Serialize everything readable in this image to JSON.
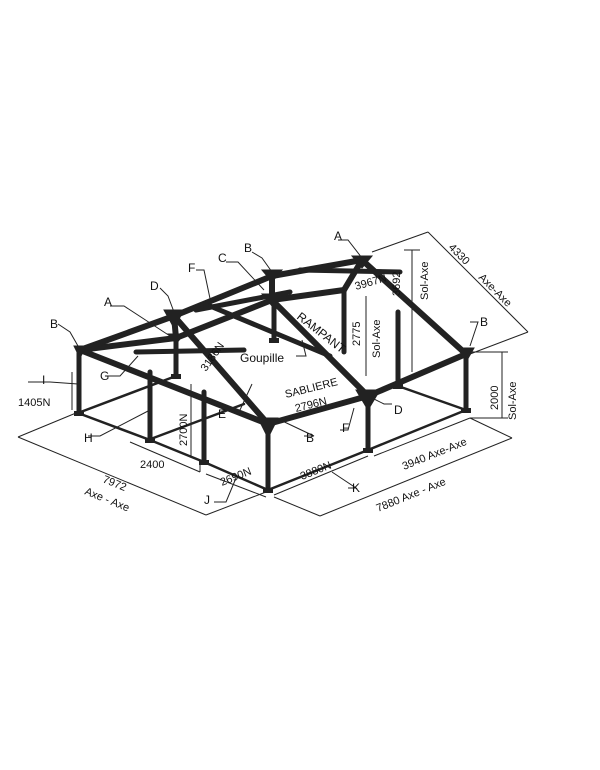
{
  "colors": {
    "ink": "#111111",
    "paper": "#ffffff"
  },
  "part_labels": {
    "a1": "A",
    "a2": "A",
    "b1": "B",
    "b2": "B",
    "b3": "B",
    "b4": "B",
    "c": "C",
    "d1": "D",
    "d2": "D",
    "e": "E",
    "f1": "F",
    "f2": "F",
    "g": "G",
    "h": "H",
    "i": "I",
    "j": "J",
    "k": "K"
  },
  "component_names": {
    "rampant": "RAMPANT",
    "goupille": "Goupille",
    "sabliere": "SABLIERE"
  },
  "dimensions": {
    "d4330": "4330",
    "axe_axe_right": "Axe-Axe",
    "d3692": "3692",
    "sol_axe_peak": "Sol-Axe",
    "d3967n": "3967N",
    "d2775": "2775",
    "sol_axe_mid": "Sol-Axe",
    "d3186n": "3186N",
    "d2796n": "2796N",
    "d2000": "2000",
    "sol_axe_side": "Sol-Axe",
    "d1405n": "1405N",
    "d2700n": "2700N",
    "d2400": "2400",
    "d2690n": "2690N",
    "d3880n": "3880N",
    "d3940": "3940 Axe-Axe",
    "d7880": "7880 Axe - Axe",
    "d7972": "7972",
    "axe_axe_left": "Axe - Axe"
  }
}
